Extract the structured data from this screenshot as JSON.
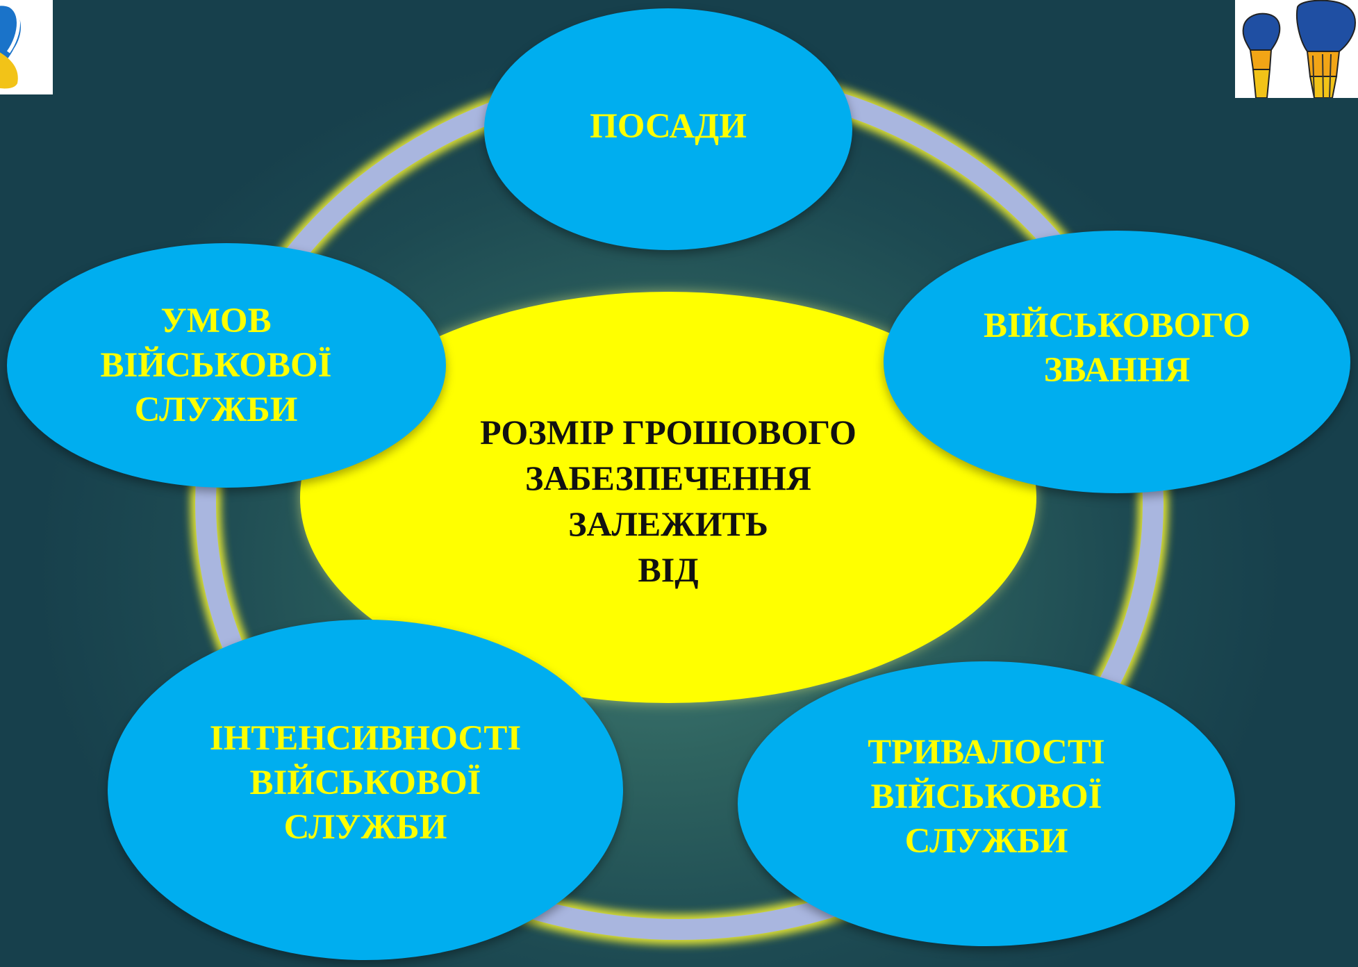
{
  "colors": {
    "node_fill": "#00aeef",
    "node_text": "#ffff00",
    "center_fill": "#ffff00",
    "center_text": "#111111",
    "ring": "#a9b6df",
    "ring_glow": "#f4f233",
    "background": "#2a5a5c"
  },
  "center": {
    "text": "РОЗМІР ГРОШОВОГО\nЗАБЕЗПЕЧЕННЯ\nЗАЛЕЖИТЬ\nВІД"
  },
  "nodes": {
    "top": "ПОСАДИ",
    "left": "УМОВ\nВІЙСЬКОВОЇ\nСЛУЖБИ",
    "right": "ВІЙСЬКОВОГО\nЗВАННЯ",
    "bottom_left": "ІНТЕНСИВНОСТІ\nВІЙСЬКОВОЇ\nСЛУЖБИ",
    "bottom_right": "ТРИВАЛОСТІ\nВІЙСЬКОВОЇ\nСЛУЖБИ"
  },
  "logos": {
    "left": "ukraine-emblem-icon",
    "right": "raised-fists-icon"
  }
}
